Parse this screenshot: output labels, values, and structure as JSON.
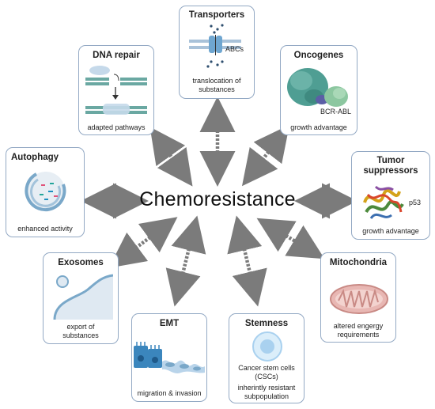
{
  "center_label": "Chemoresistance",
  "cards": {
    "transporters": {
      "title": "Transporters",
      "label": "ABCs",
      "caption": [
        "translocation of",
        "substances"
      ]
    },
    "dna_repair": {
      "title": "DNA repair",
      "caption": [
        "adapted pathways"
      ]
    },
    "oncogenes": {
      "title": "Oncogenes",
      "label": "BCR-ABL",
      "caption": [
        "growth advantage"
      ]
    },
    "autophagy": {
      "title": "Autophagy",
      "caption": [
        "enhanced activity"
      ]
    },
    "tumor_suppressors": {
      "title": [
        "Tumor",
        "suppressors"
      ],
      "label": "p53",
      "caption": [
        "growth advantage"
      ]
    },
    "exosomes": {
      "title": "Exosomes",
      "caption": [
        "export of",
        "substances"
      ]
    },
    "emt": {
      "title": "EMT",
      "caption": [
        "migration & invasion"
      ]
    },
    "stemness": {
      "title": "Stemness",
      "caption": [
        "Cancer stem cells",
        "(CSCs)",
        "inherintly resistant",
        "subpopulation"
      ]
    },
    "mitochondria": {
      "title": "Mitochondria",
      "caption": [
        "altered engergy",
        "requirements"
      ]
    }
  },
  "colors": {
    "card_border": "#93a9c4",
    "arrow": "#7b7b7b",
    "teal": "#4f9e93",
    "blue": "#4c8fc0"
  }
}
